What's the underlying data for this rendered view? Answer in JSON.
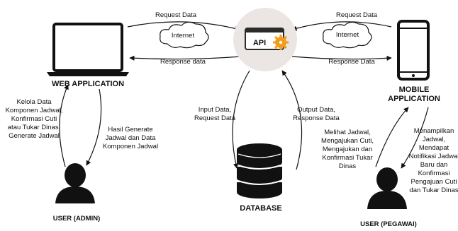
{
  "labels": {
    "web_app": "WEB APPLICATION",
    "mobile_app_line1": "MOBILE",
    "mobile_app_line2": "APPLICATION",
    "database": "DATABASE",
    "user_admin": "USER (ADMIN)",
    "user_pegawai": "USER (PEGAWAI)",
    "api": "API"
  },
  "clouds": {
    "left": "Internet",
    "right": "Internet"
  },
  "flows": {
    "request_left": "Request Data",
    "response_left": "Response data",
    "request_right": "Request  Data",
    "response_right": "Response Data",
    "db_in_line1": "Input Data,",
    "db_in_line2": "Request Data",
    "db_out_line1": "Output Data,",
    "db_out_line2": "Response Data"
  },
  "admin_notes": {
    "up": [
      "Kelola Data",
      "Komponen Jadwal,",
      "Konfirmasi Cuti",
      "atau Tukar Dinas,",
      "Generate Jadwal"
    ],
    "down": [
      "Hasil Generate",
      "Jadwal dan  Data",
      "Komponen Jadwal"
    ]
  },
  "pegawai_notes": {
    "up": [
      "Melihat Jadwal,",
      "Mengajukan Cuti,",
      "Mengajukan dan",
      "Konfirmasi Tukar",
      "Dinas"
    ],
    "down": [
      "Menampilkan",
      "Jadwal,",
      "Mendapat",
      "Notifikasi Jadwal",
      "Baru dan",
      "Konfirmasi",
      "Pengajuan Cuti",
      "dan Tukar Dinas"
    ]
  },
  "colors": {
    "api_circle": "#ebe6e3",
    "api_orange": "#f39c1a",
    "api_dark": "#2b2b2b",
    "line": "#111111"
  }
}
